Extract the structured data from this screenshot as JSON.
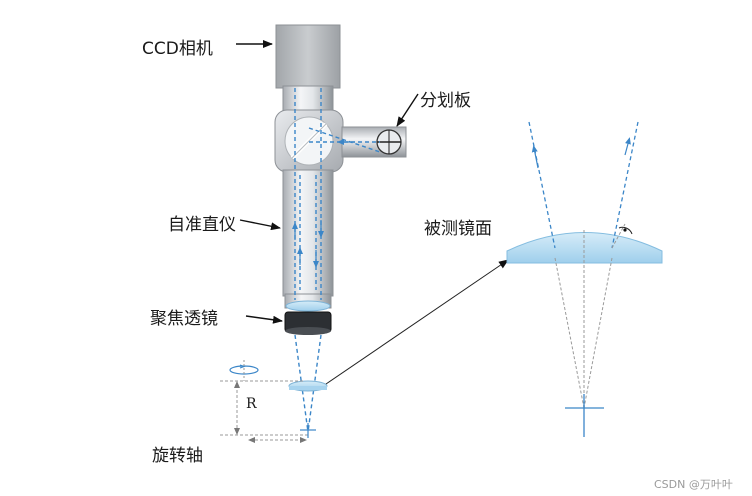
{
  "labels": {
    "ccd_camera": "CCD相机",
    "reticle": "分划板",
    "autocollimator": "自准直仪",
    "surface_under_test": "被测镜面",
    "focusing_lens": "聚焦透镜",
    "rotation_axis": "旋转轴",
    "radius": "R"
  },
  "watermark": "CSDN @万叶叶",
  "colors": {
    "beam": "#3b86c8",
    "tube_light": "#f2f4f6",
    "tube_dark": "#9ea3a8",
    "camera": "#b9bcbf",
    "lens": "#a9d4ee",
    "guide": "#9a9a9a",
    "arrow": "#111111"
  }
}
